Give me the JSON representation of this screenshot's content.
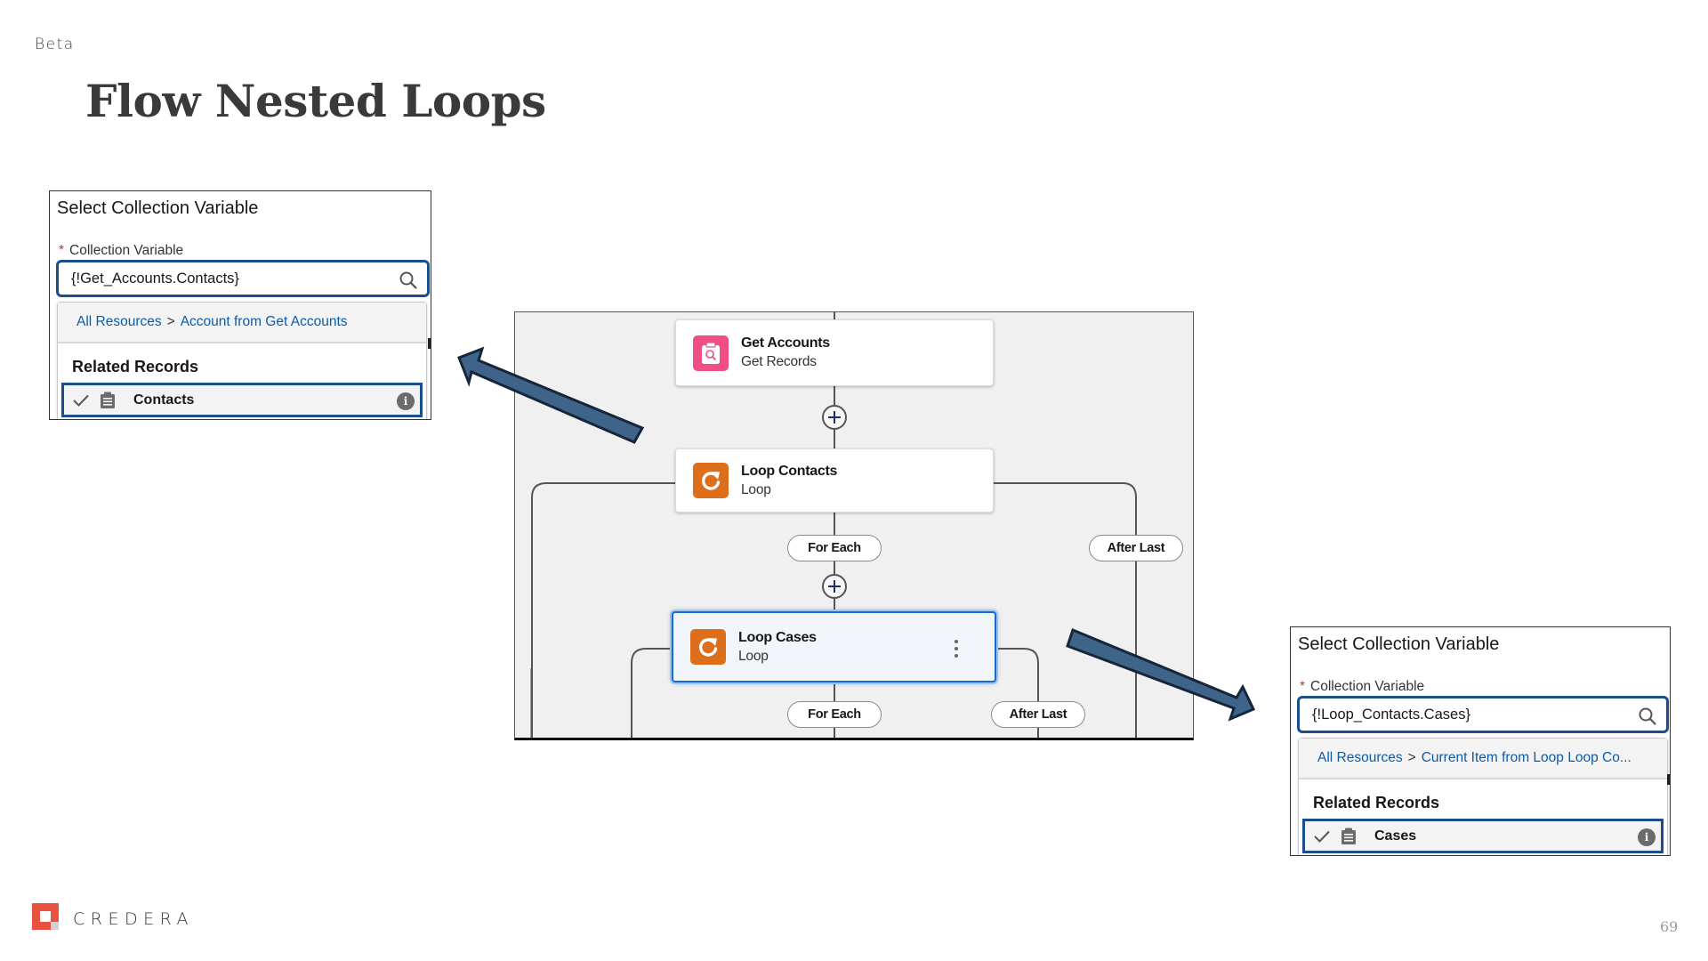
{
  "slide": {
    "tag": "Beta",
    "title": "Flow Nested Loops",
    "page_number": "69",
    "brand": "CREDERA",
    "colors": {
      "brand_red": "#e8523f",
      "arrow_fill": "#3e6489",
      "arrow_stroke": "#16253a",
      "focus_blue": "#1b4f8c",
      "link_blue": "#0b5cab",
      "get_records_pink": "#ef4f82",
      "loop_orange": "#dc6e1c"
    }
  },
  "panel_left": {
    "title": "Select Collection Variable",
    "required_mark": "*",
    "field_label": "Collection Variable",
    "field_value": "{!Get_Accounts.Contacts}",
    "breadcrumb_root": "All Resources",
    "breadcrumb_sep": ">",
    "breadcrumb_current": "Account from Get Accounts",
    "section_heading": "Related Records",
    "selected_item": "Contacts",
    "info_glyph": "i",
    "icons": [
      "search-icon",
      "check-icon",
      "list-icon",
      "info-icon"
    ]
  },
  "panel_right": {
    "title": "Select Collection Variable",
    "required_mark": "*",
    "field_label": "Collection Variable",
    "field_value": "{!Loop_Contacts.Cases}",
    "breadcrumb_root": "All Resources",
    "breadcrumb_sep": ">",
    "breadcrumb_current": "Current Item from Loop Loop Co...",
    "section_heading": "Related Records",
    "selected_item": "Cases",
    "info_glyph": "i",
    "icons": [
      "search-icon",
      "check-icon",
      "list-icon",
      "info-icon"
    ]
  },
  "flow": {
    "nodes": [
      {
        "title": "Get Accounts",
        "type": "Get Records",
        "icon": "get-records-icon",
        "selected": false
      },
      {
        "title": "Loop Contacts",
        "type": "Loop",
        "icon": "loop-icon",
        "selected": false
      },
      {
        "title": "Loop Cases",
        "type": "Loop",
        "icon": "loop-icon",
        "selected": true
      }
    ],
    "connectors": {
      "outer_for_each": "For Each",
      "outer_after_last": "After Last",
      "inner_for_each": "For Each",
      "inner_after_last": "After Last"
    },
    "add_buttons": [
      "add-element-1",
      "add-element-2"
    ]
  }
}
